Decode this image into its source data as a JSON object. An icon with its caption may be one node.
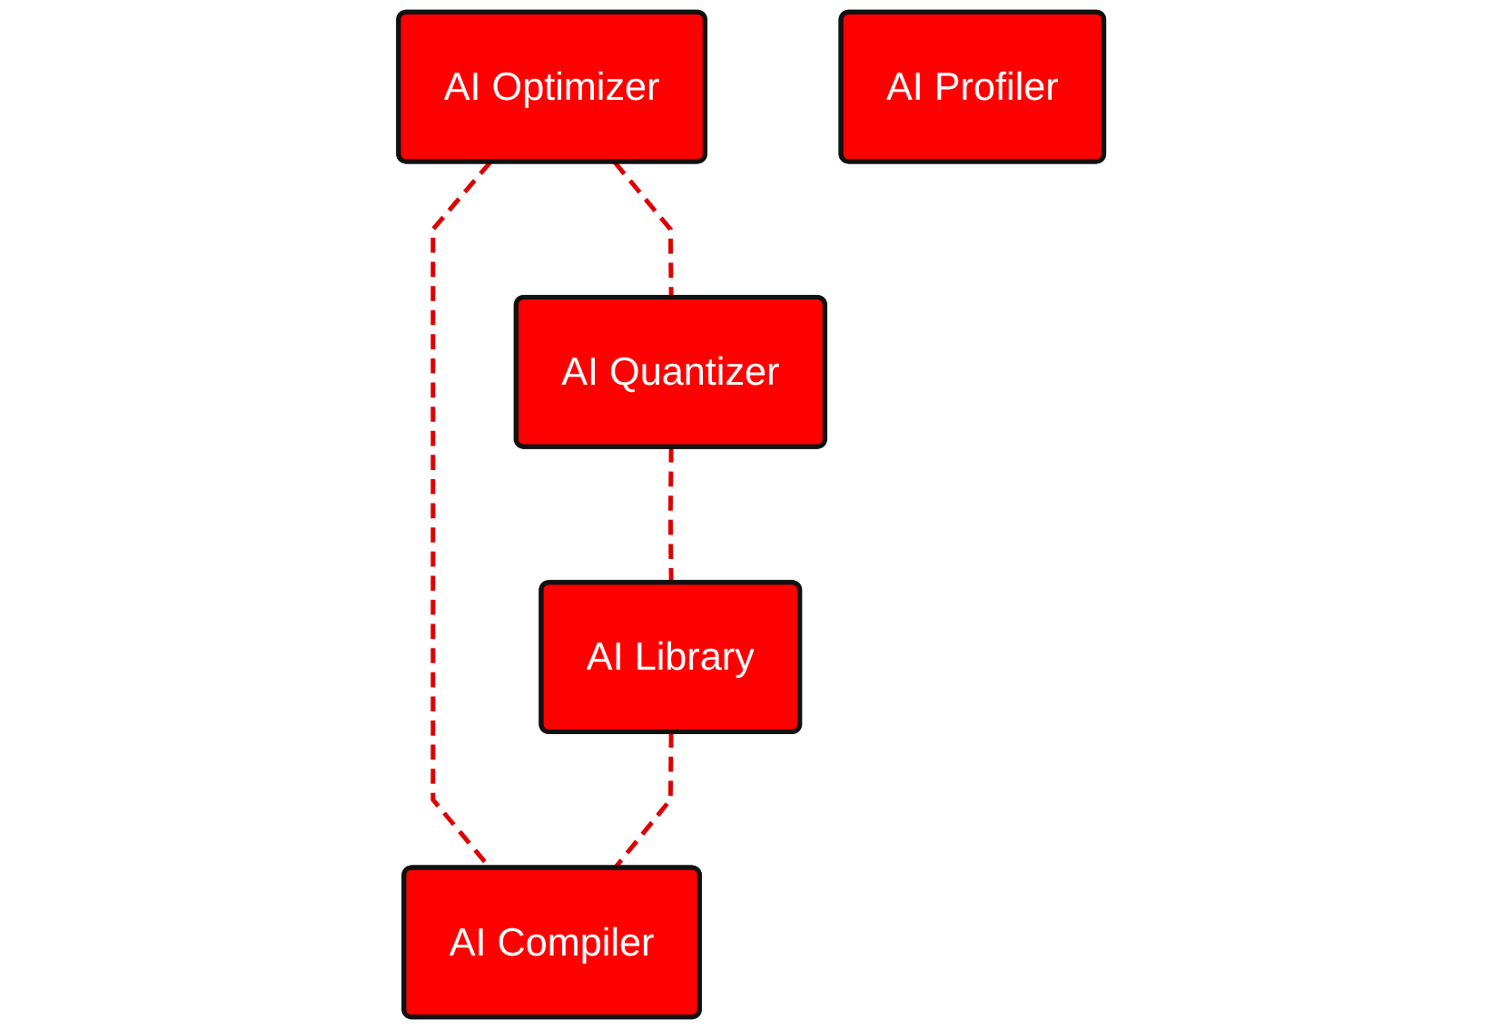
{
  "diagram": {
    "nodes": [
      {
        "text": [
          "AI Optimizer"
        ]
      },
      {
        "text": [
          "AI Quantizer"
        ]
      },
      {
        "text": [
          "AI Profiler"
        ]
      },
      {
        "text": [
          "AI Compiler"
        ]
      },
      {
        "text": [
          "AI Library"
        ]
      }
    ],
    "edges": [
      {
        "from": 0,
        "to": 1,
        "arrow": "none",
        "style": "dashed"
      },
      {
        "from": 0,
        "to": 3,
        "arrow": "none",
        "style": "dashed"
      },
      {
        "from": 1,
        "to": 4,
        "arrow": "none",
        "style": "dashed"
      },
      {
        "from": 4,
        "to": 3,
        "arrow": "none",
        "style": "dashed"
      }
    ]
  }
}
